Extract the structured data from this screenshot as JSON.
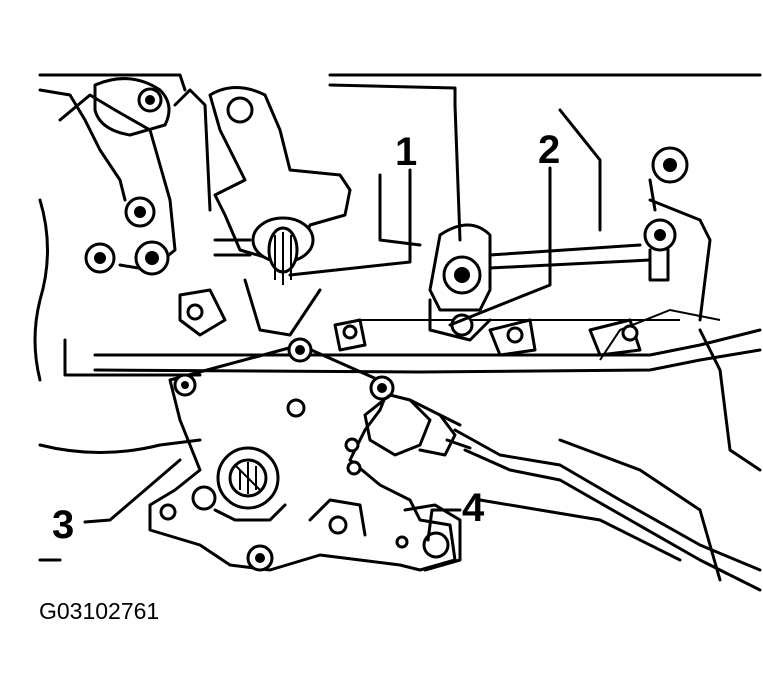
{
  "diagram": {
    "callouts": [
      "1",
      "2",
      "3",
      "4"
    ],
    "figure_code": "G03102761"
  }
}
